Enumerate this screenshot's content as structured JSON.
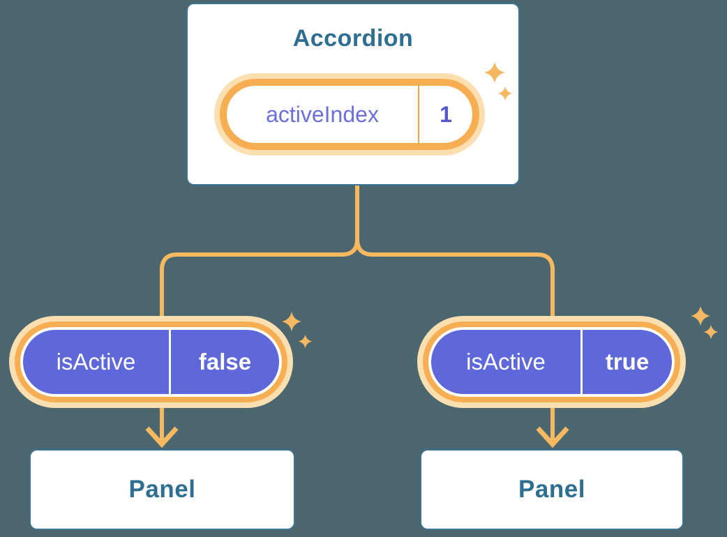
{
  "colors": {
    "background": "#4C666F",
    "card_bg": "#FFFFFF",
    "card_border": "#3D7394",
    "heading_text": "#2E6E93",
    "connector": "#F6B95F",
    "ring_orange": "#F7AE52",
    "ring_glow": "#FBDFB0",
    "state_divider": "#F0A848",
    "prop_fill": "#5E68DB",
    "prop_text": "#FFFFFF",
    "state_label_text": "#6B6FDB",
    "state_value_text": "#5457CD",
    "sparkle": "#F5B761"
  },
  "icons": {
    "sparkle": "four-pointed-star"
  },
  "accordion": {
    "title": "Accordion",
    "state": {
      "label": "activeIndex",
      "value": "1"
    }
  },
  "children": [
    {
      "prop": {
        "label": "isActive",
        "value": "false"
      },
      "panel": {
        "title": "Panel"
      }
    },
    {
      "prop": {
        "label": "isActive",
        "value": "true"
      },
      "panel": {
        "title": "Panel"
      }
    }
  ]
}
